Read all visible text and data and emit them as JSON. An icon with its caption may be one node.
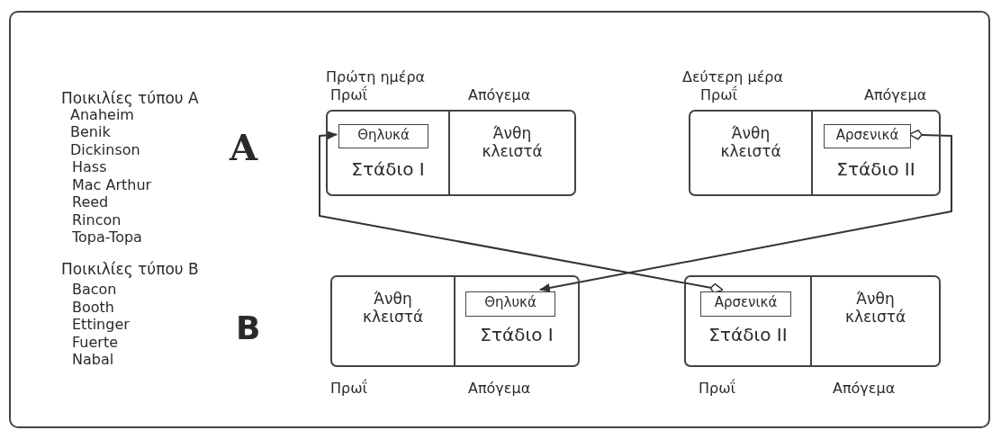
{
  "diagram": {
    "nodes": [
      {
        "text": [
          "Στάδιο I"
        ]
      },
      {
        "text": [
          "Θηλυκά"
        ],
        "in": 0
      },
      {
        "text": [
          "Άνθη κλειστά"
        ]
      },
      {
        "text": [
          "Άνθη κλειστά"
        ]
      },
      {
        "text": [
          "Στάδιο II"
        ]
      },
      {
        "text": [
          "Αρσενικά"
        ],
        "in": 4
      },
      {
        "text": [
          "Άνθη κλειστά"
        ]
      },
      {
        "text": [
          "Στάδιο I"
        ]
      },
      {
        "text": [
          "Θηλυκά"
        ],
        "in": 7
      },
      {
        "text": [
          "Στάδιο II"
        ]
      },
      {
        "text": [
          "Αρσενικά"
        ],
        "in": 9
      },
      {
        "text": [
          "Άνθη κλειστά"
        ]
      }
    ],
    "edges": [
      {
        "from": 10,
        "to": 1,
        "arrow": "to"
      },
      {
        "from": 5,
        "to": 8,
        "arrow": "to"
      }
    ],
    "labels": [
      "Ποικιλίες τύπου A",
      "Anaheim",
      "Benik",
      "Dickinson",
      "Hass",
      "Mac Arthur",
      "Reed",
      "Rincon",
      "Topa-Topa",
      "Πρώτη ημέρα",
      "Πρωΐ",
      "Απόγεμα",
      "Δεύτερη μέρα",
      "Πρωΐ",
      "Απόγεμα",
      "A",
      "Ποικιλίες τύπου B",
      "Bacon",
      "Booth",
      "Ettinger",
      "Fuerte",
      "Nabal",
      "B",
      "Πρωΐ",
      "Απόγεμα",
      "Πρωΐ",
      "Απόγεμα"
    ]
  }
}
